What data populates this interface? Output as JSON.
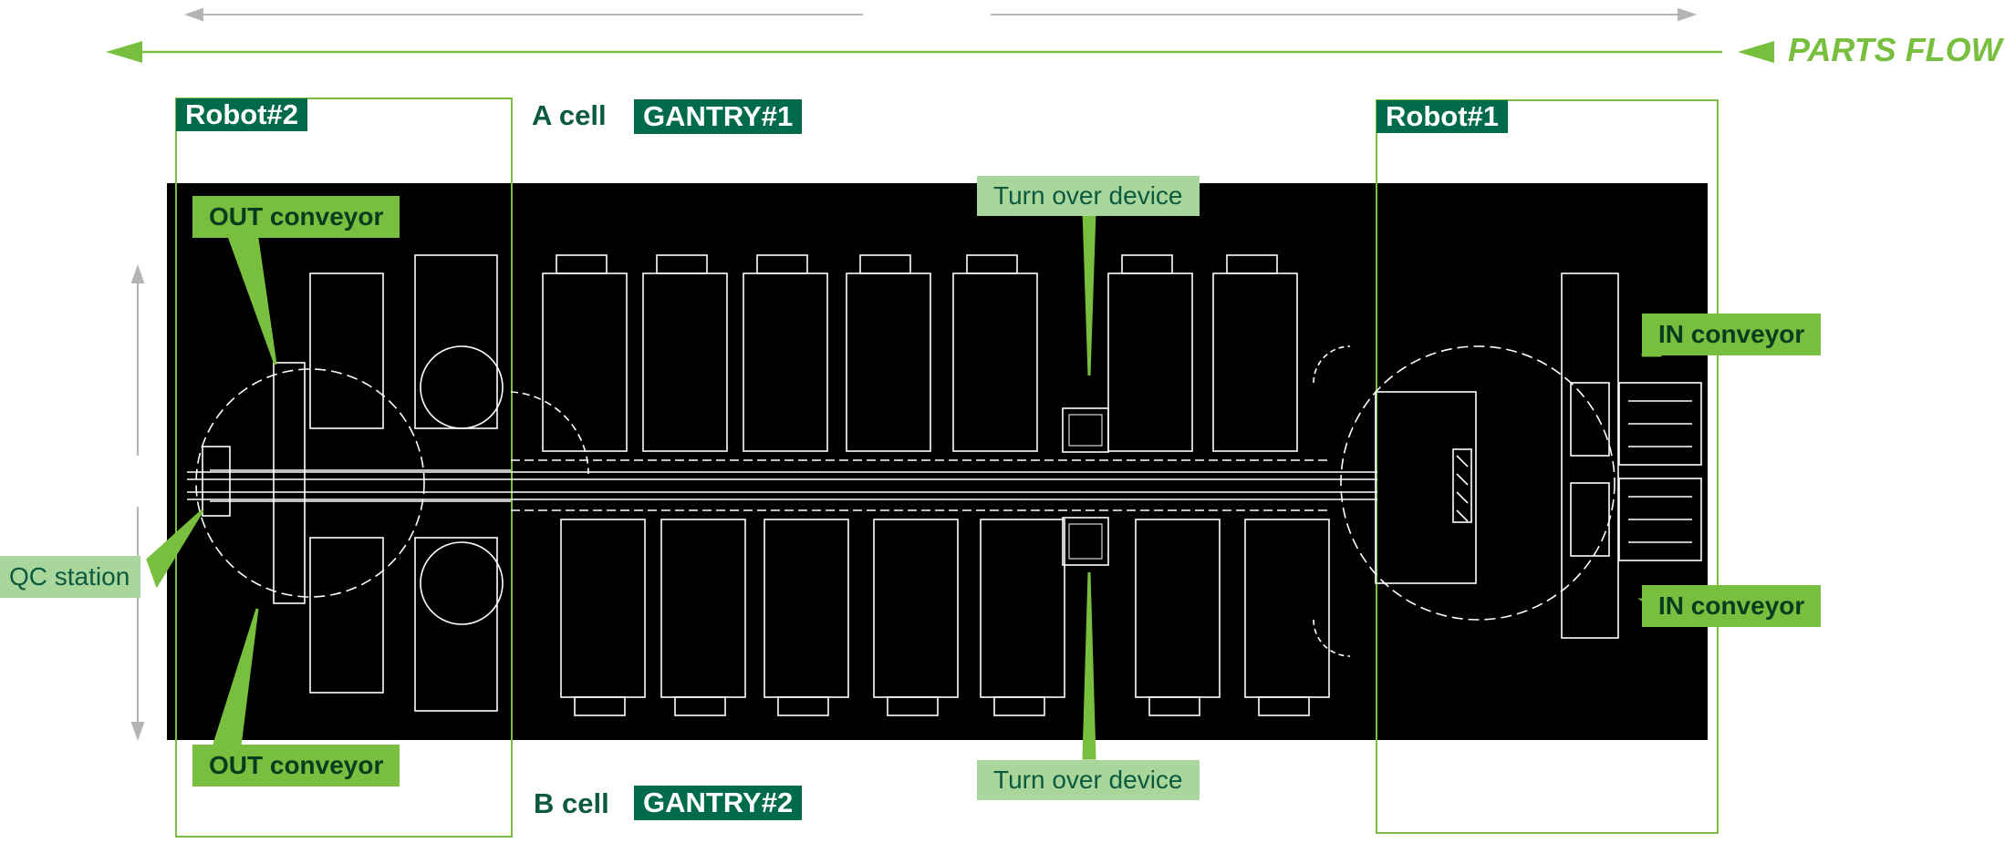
{
  "flow": {
    "label": "PARTS FLOW"
  },
  "robots": {
    "robot2": "Robot#2",
    "robot1": "Robot#1"
  },
  "cells": {
    "a": {
      "label": "A cell",
      "gantry": "GANTRY#1"
    },
    "b": {
      "label": "B cell",
      "gantry": "GANTRY#2"
    }
  },
  "callouts": {
    "out_conveyor_top": "OUT conveyor",
    "out_conveyor_bottom": "OUT conveyor",
    "qc_station": "QC station",
    "turn_over_top": "Turn over device",
    "turn_over_bottom": "Turn over device",
    "in_conveyor_top": "IN conveyor",
    "in_conveyor_bottom": "IN conveyor"
  },
  "colors": {
    "accent_green": "#79bf3f",
    "dark_green": "#006b4b",
    "light_green": "#a9d69a",
    "drawing_background": "#000000",
    "drawing_lines": "#ffffff"
  }
}
